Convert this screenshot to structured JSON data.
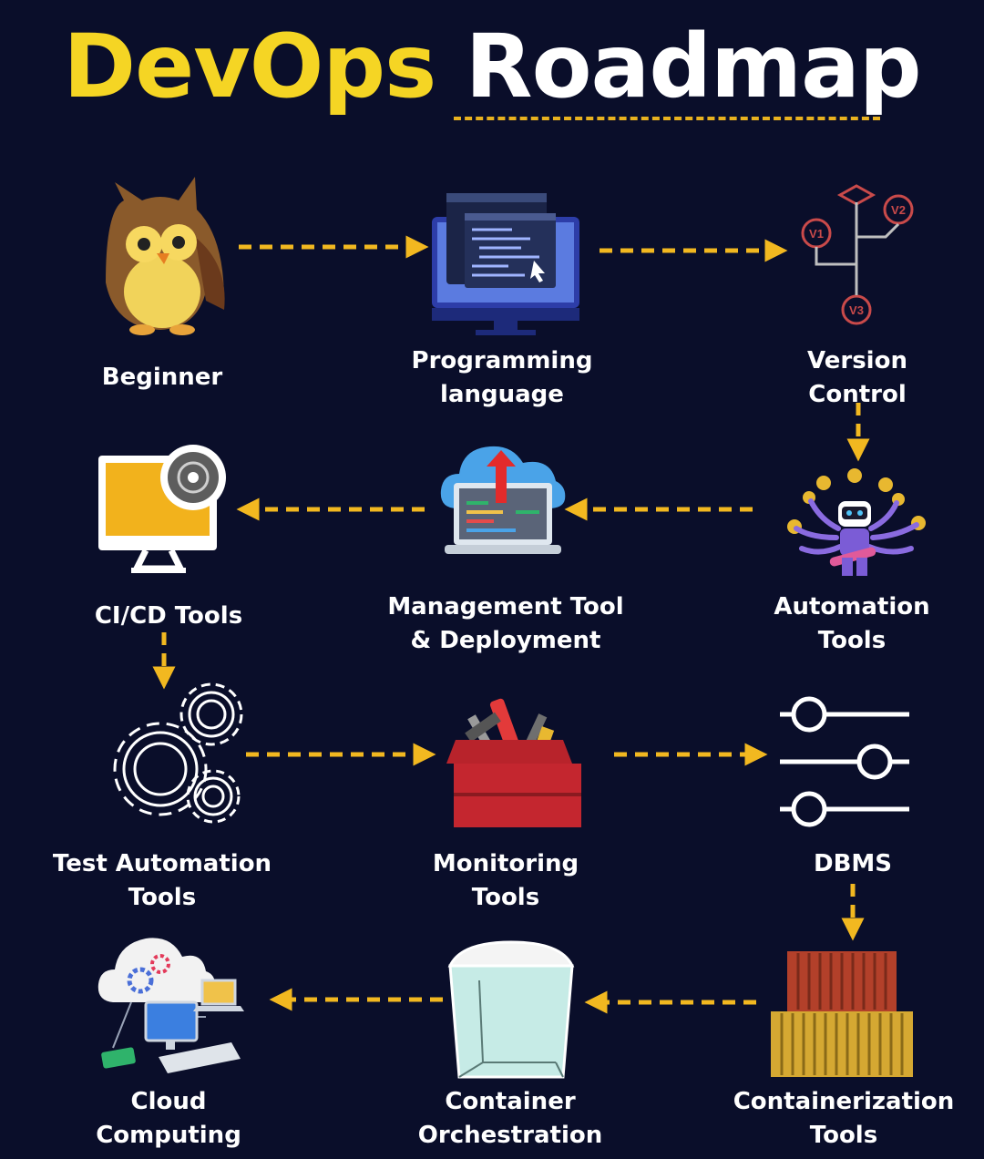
{
  "title": {
    "part1": "DevOps",
    "part2": "Roadmap"
  },
  "colors": {
    "background": "#0a0e2a",
    "accent_yellow": "#f5d524",
    "arrow": "#f2b820",
    "text": "#ffffff"
  },
  "steps": [
    {
      "id": "beginner",
      "line1": "Beginner",
      "line2": "",
      "icon": "owl-icon"
    },
    {
      "id": "programming",
      "line1": "Programming",
      "line2": "language",
      "icon": "code-monitor-icon"
    },
    {
      "id": "version-control",
      "line1": "Version",
      "line2": "Control",
      "icon": "version-branch-icon"
    },
    {
      "id": "automation",
      "line1": "Automation",
      "line2": "Tools",
      "icon": "robot-juggler-icon"
    },
    {
      "id": "management",
      "line1": "Management Tool",
      "line2": "& Deployment",
      "icon": "cloud-laptop-icon"
    },
    {
      "id": "cicd",
      "line1": "CI/CD Tools",
      "line2": "",
      "icon": "monitor-disc-icon"
    },
    {
      "id": "test-automation",
      "line1": "Test Automation",
      "line2": "Tools",
      "icon": "gears-icon"
    },
    {
      "id": "monitoring",
      "line1": "Monitoring",
      "line2": "Tools",
      "icon": "toolbox-icon"
    },
    {
      "id": "dbms",
      "line1": "DBMS",
      "line2": "",
      "icon": "sliders-icon"
    },
    {
      "id": "containerization",
      "line1": "Containerization",
      "line2": "Tools",
      "icon": "shipping-containers-icon"
    },
    {
      "id": "orchestration",
      "line1": "Container",
      "line2": "Orchestration",
      "icon": "glass-container-icon"
    },
    {
      "id": "cloud",
      "line1": "Cloud",
      "line2": "Computing",
      "icon": "cloud-network-icon"
    }
  ]
}
